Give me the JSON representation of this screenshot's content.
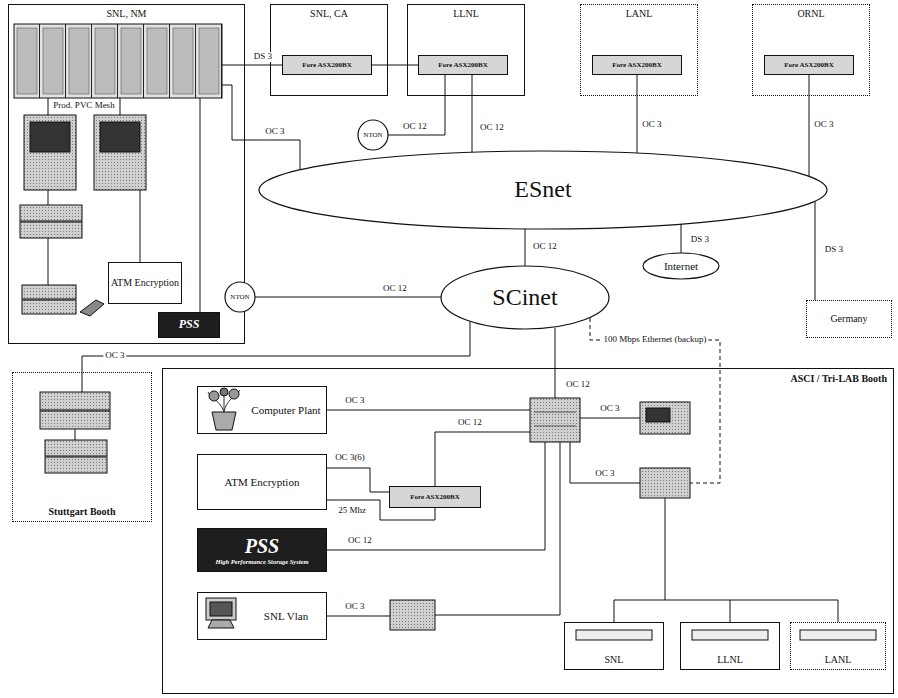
{
  "diagram": {
    "nodes": [
      {
        "text": [
          "SNL, NM"
        ]
      },
      {
        "text": [
          "ATM Encryption"
        ],
        "in": 0
      },
      {
        "text": [
          "PSS"
        ],
        "in": 0
      },
      {
        "text": [
          "SNL, CA"
        ]
      },
      {
        "text": [
          "Fore ASX200BX"
        ],
        "in": 3
      },
      {
        "text": [
          "LLNL"
        ]
      },
      {
        "text": [
          "Fore ASX200BX"
        ],
        "in": 5
      },
      {
        "text": [
          "LANL"
        ]
      },
      {
        "text": [
          "Fore ASX200BX"
        ],
        "in": 7
      },
      {
        "text": [
          "ORNL"
        ]
      },
      {
        "text": [
          "Fore ASX200BX"
        ],
        "in": 9
      },
      {
        "text": [
          "NTON"
        ]
      },
      {
        "text": [
          "ESnet"
        ]
      },
      {
        "text": [
          "Internet"
        ]
      },
      {
        "text": [
          "Germany"
        ]
      },
      {
        "text": [
          "SCinet"
        ]
      },
      {
        "text": [
          "NTON"
        ]
      },
      {
        "text": [
          "Stuttgart Booth"
        ]
      },
      {
        "text": [
          "ASCI / Tri-LAB Booth"
        ]
      },
      {
        "text": [
          "Computer Plant"
        ],
        "in": 18
      },
      {
        "text": [
          "ATM Encryption"
        ],
        "in": 18
      },
      {
        "text": [
          "Fore ASX200BX"
        ],
        "in": 18
      },
      {
        "text": [
          "PSS",
          "High Performance Storage System"
        ],
        "in": 18
      },
      {
        "text": [
          "SNL Vlan"
        ],
        "in": 18
      },
      {
        "text": [
          "SNL"
        ],
        "in": 18
      },
      {
        "text": [
          "LLNL"
        ],
        "in": 18
      },
      {
        "text": [
          "LANL"
        ],
        "in": 18
      }
    ],
    "edges": [
      {
        "from": 0,
        "to": 4,
        "label": "DS 3",
        "arrow": "none"
      },
      {
        "from": 4,
        "to": 6,
        "arrow": "none"
      },
      {
        "from": 0,
        "to": 12,
        "label": "OC 3",
        "arrow": "none"
      },
      {
        "from": 6,
        "to": 12,
        "label": "OC 12",
        "arrow": "none"
      },
      {
        "from": 11,
        "to": 6,
        "label": "OC 12",
        "arrow": "none"
      },
      {
        "from": 8,
        "to": 12,
        "label": "OC 3",
        "arrow": "none"
      },
      {
        "from": 10,
        "to": 12,
        "label": "OC 3",
        "arrow": "none"
      },
      {
        "from": 12,
        "to": 13,
        "label": "DS 3",
        "arrow": "none"
      },
      {
        "from": 12,
        "to": 14,
        "label": "DS 3",
        "arrow": "none"
      },
      {
        "from": 12,
        "to": 15,
        "label": "OC 12",
        "arrow": "none"
      },
      {
        "from": 16,
        "to": 15,
        "label": "OC 12",
        "arrow": "none"
      },
      {
        "from": 15,
        "to": 17,
        "label": "OC 3",
        "arrow": "none"
      },
      {
        "from": 20,
        "to": 21,
        "label": "OC 3(6)",
        "arrow": "none"
      },
      {
        "from": 20,
        "to": 21,
        "label": "25 Mhz",
        "arrow": "none"
      }
    ],
    "labels": [
      "Prod. PVC Mesh",
      "OC 12",
      "100 Mbps Ethernet (backup)",
      "OC 3",
      "OC 12",
      "OC 12",
      "OC 3",
      "OC 3",
      "OC 3"
    ]
  }
}
